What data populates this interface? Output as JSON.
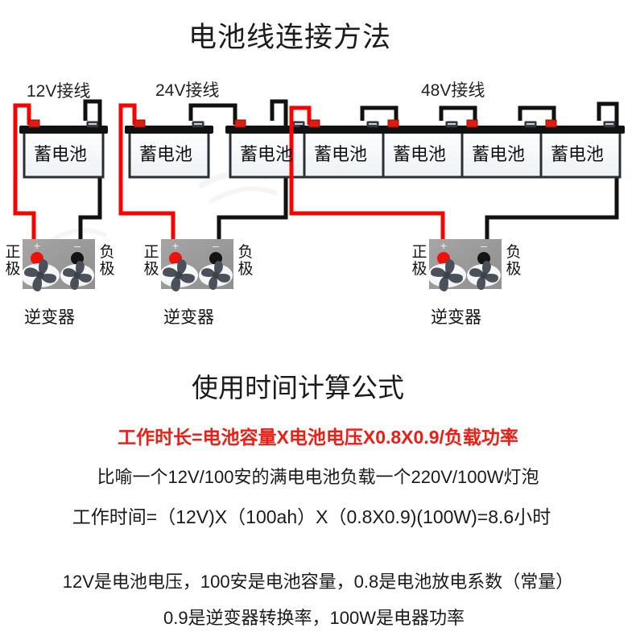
{
  "title": "电池线连接方法",
  "sections": [
    {
      "id": "12v",
      "label": "12V接线",
      "battery_count": 1
    },
    {
      "id": "24v",
      "label": "24V接线",
      "battery_count": 2
    },
    {
      "id": "48v",
      "label": "48V接线",
      "battery_count": 4
    }
  ],
  "battery_label": "蓄电池",
  "inverter": {
    "label": "逆变器",
    "positive_label": "正极",
    "negative_label": "负极",
    "plus_symbol": "+",
    "minus_symbol": "−"
  },
  "formula": {
    "heading": "使用时间计算公式",
    "main": "工作时长=电池容量X电池电压X0.8X0.9/负载功率",
    "example": "比喻一个12V/100安的满电电池负载一个220V/100W灯泡",
    "calculation": "工作时间=（12V)X（100ah）X（0.8X0.9)(100W)=8.6小时",
    "note1": "12V是电池电压，100安是电池容量，0.8是电池放电系数（常量）",
    "note2": "0.9是逆变器转换率，100W是电器功率"
  },
  "colors": {
    "positive_wire": "#ff0000",
    "negative_wire": "#111111",
    "formula_red": "#ef1d13",
    "battery_top": "#111111",
    "battery_body": "#f2f5f8",
    "inverter_body": "#9a9a9a",
    "text": "#1a1a1a"
  },
  "batteries": [
    {
      "section": "12v",
      "index": 0,
      "label": "蓄电池"
    },
    {
      "section": "24v",
      "index": 0,
      "label": "蓄电池"
    },
    {
      "section": "24v",
      "index": 1,
      "label": "蓄电池"
    },
    {
      "section": "48v",
      "index": 0,
      "label": "蓄电池"
    },
    {
      "section": "48v",
      "index": 1,
      "label": "蓄电池"
    },
    {
      "section": "48v",
      "index": 2,
      "label": "蓄电池"
    },
    {
      "section": "48v",
      "index": 3,
      "label": "蓄电池"
    }
  ],
  "inverters": [
    {
      "section": "12v",
      "label": "逆变器"
    },
    {
      "section": "24v",
      "label": "逆变器"
    },
    {
      "section": "48v",
      "label": "逆变器"
    }
  ]
}
